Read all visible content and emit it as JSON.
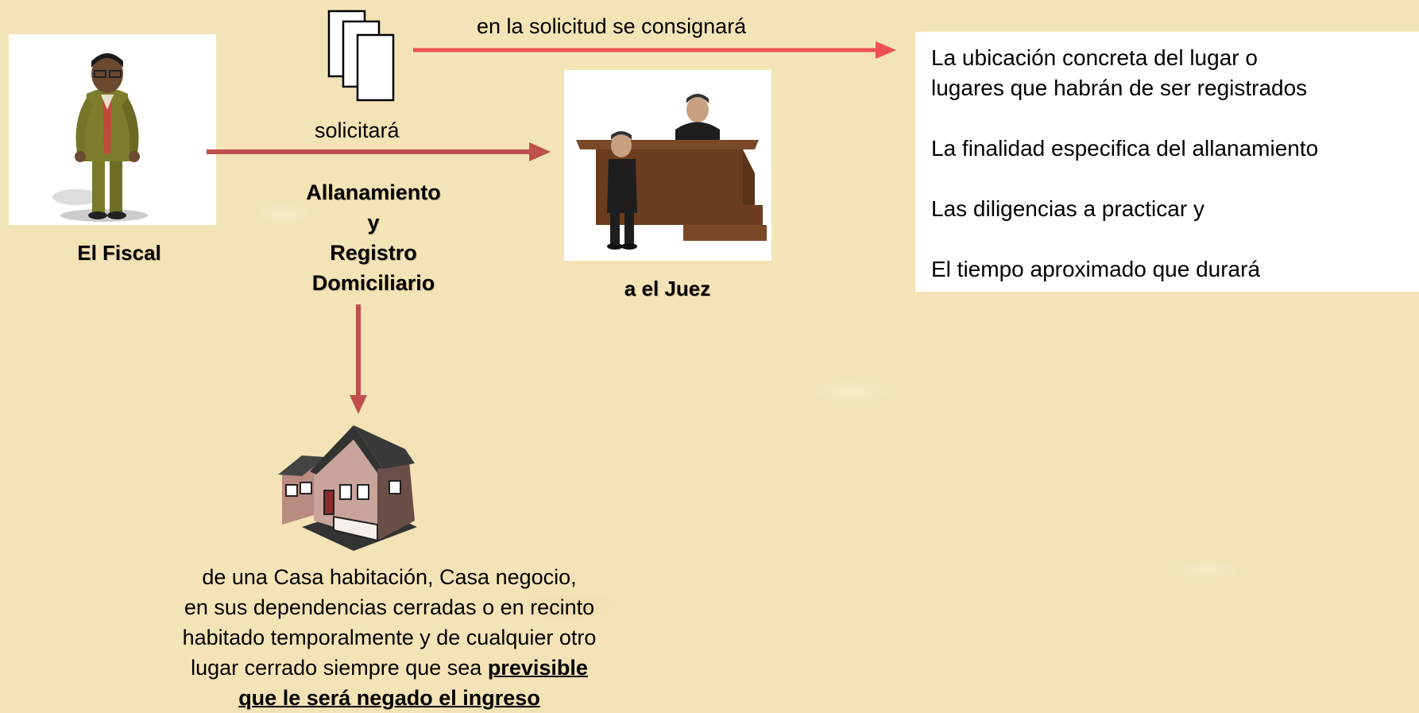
{
  "fiscal": {
    "label": "El Fiscal"
  },
  "juez": {
    "label": "a el Juez"
  },
  "arrows": {
    "solicitara": "solicitará",
    "consignara": "en la solicitud se consignará"
  },
  "action": {
    "line1": "Allanamiento",
    "line2": "y",
    "line3": "Registro",
    "line4": "Domiciliario"
  },
  "requirements": {
    "items": [
      "La ubicación concreta del lugar o",
      "lugares que habrán de ser registrados",
      "La  finalidad especifica del allanamiento",
      "Las  diligencias a practicar y",
      "El tiempo aproximado que durará"
    ]
  },
  "place": {
    "line1": "de una Casa habitación, Casa negocio,",
    "line2": "en sus dependencias cerradas o en recinto",
    "line3": "habitado temporalmente y de cualquier otro",
    "line4_plain": "lugar cerrado siempre que sea ",
    "line4_bold": "previsible",
    "line5_bold": "que le será negado el ingreso"
  },
  "colors": {
    "background": "#f3e3b6",
    "arrow_dark": "#c0504d",
    "arrow_light": "#f05050"
  },
  "icons": [
    "prosecutor-figure",
    "document-stack-icon",
    "judge-bench-figure",
    "house-icon"
  ]
}
